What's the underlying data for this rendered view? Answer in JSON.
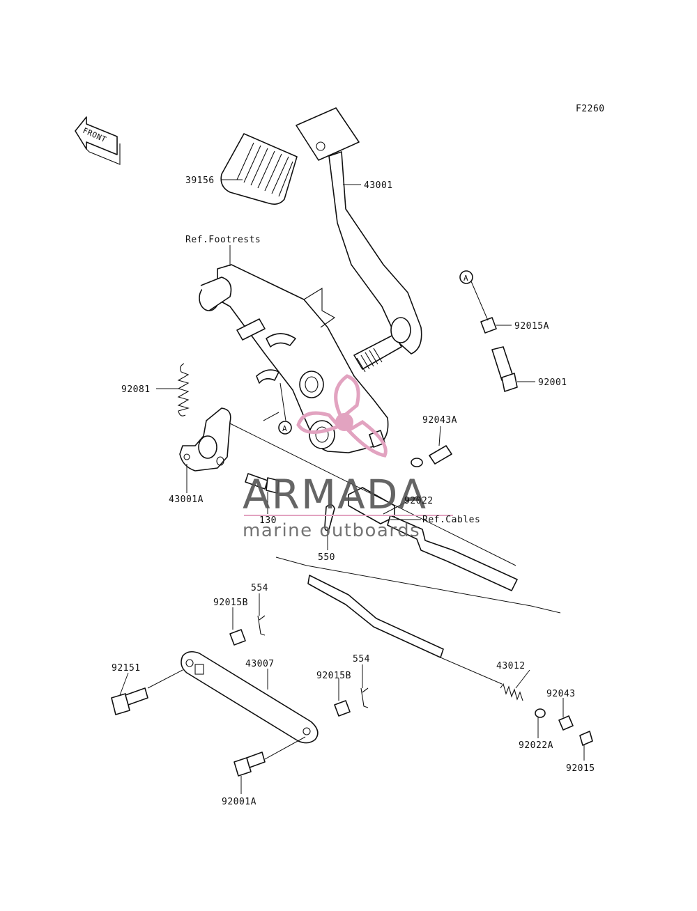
{
  "diagram_code": "F2260",
  "front_label": "FRONT",
  "watermark": {
    "brand": "ARMADA",
    "tagline": "marine outboards",
    "brand_color": "#e2a3c0"
  },
  "callout_letter": "A",
  "references": {
    "footrests": "Ref.Footrests",
    "cables": "Ref.Cables"
  },
  "parts": {
    "p39156": "39156",
    "p43001": "43001",
    "p92015A": "92015A",
    "p92001": "92001",
    "p92081": "92081",
    "p92043A": "92043A",
    "p43001A": "43001A",
    "p130": "130",
    "p92022": "92022",
    "p550": "550",
    "p554a": "554",
    "p92015B_a": "92015B",
    "p92151": "92151",
    "p43007": "43007",
    "p554b": "554",
    "p92015B_b": "92015B",
    "p43012": "43012",
    "p92043": "92043",
    "p92022A": "92022A",
    "p92015": "92015",
    "p92001A": "92001A"
  }
}
